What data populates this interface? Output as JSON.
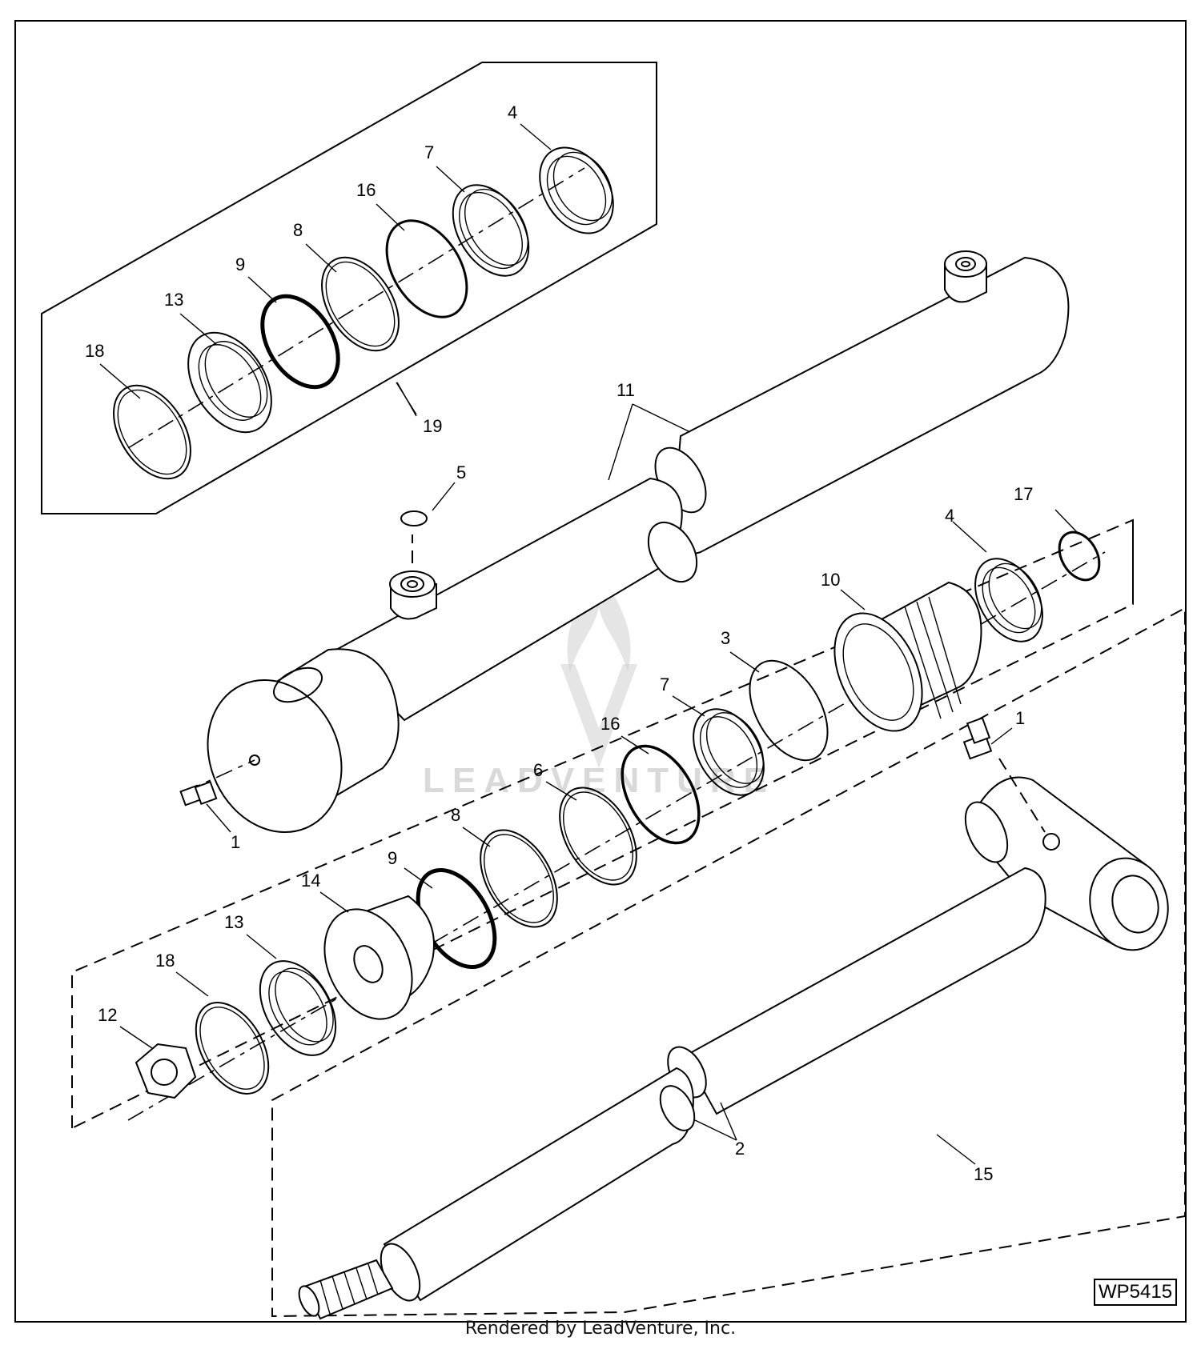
{
  "diagram": {
    "callouts": {
      "c18a": "18",
      "c13a": "13",
      "c9a": "9",
      "c8a": "8",
      "c16a": "16",
      "c7a": "7",
      "c4a": "4",
      "c19": "19",
      "c11": "11",
      "c5": "5",
      "c17": "17",
      "c4b": "4",
      "c10": "10",
      "c3": "3",
      "c7b": "7",
      "c16b": "16",
      "c6": "6",
      "c8b": "8",
      "c9b": "9",
      "c14": "14",
      "c13b": "13",
      "c18b": "18",
      "c12": "12",
      "c1a": "1",
      "c1b": "1",
      "c2": "2",
      "c15": "15"
    },
    "watermark_text": "LEADVENTURE",
    "figure_code": "WP5415",
    "footer": "Rendered by LeadVenture, Inc."
  }
}
